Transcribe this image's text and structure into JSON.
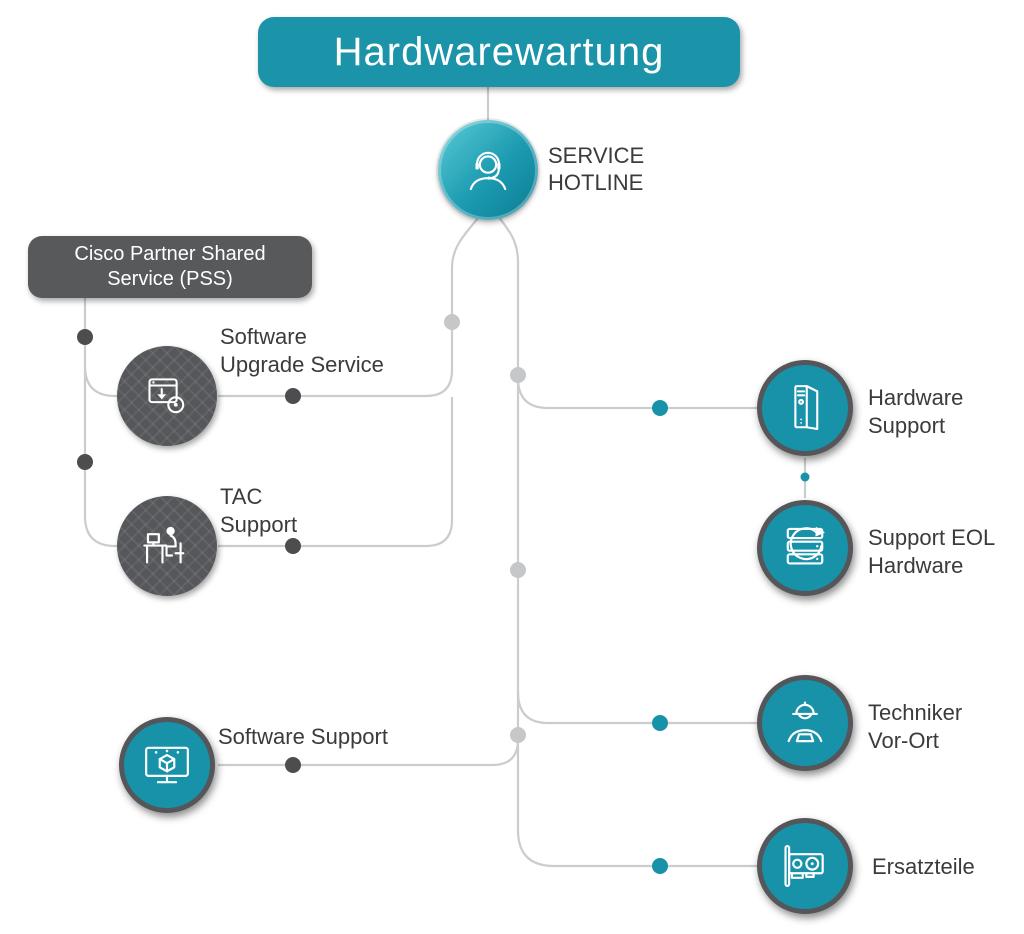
{
  "title": {
    "label": "Hardwarewartung"
  },
  "hotline": {
    "label_line1": "SERVICE",
    "label_line2": "HOTLINE",
    "icon": "headset-agent-icon"
  },
  "pss_box": {
    "line1": "Cisco Partner Shared",
    "line2": "Service (PSS)"
  },
  "left_nodes": [
    {
      "id": "software-upgrade-service",
      "label_line1": "Software",
      "label_line2": "Upgrade Service",
      "icon": "software-upgrade-icon",
      "style": "dark"
    },
    {
      "id": "tac-support",
      "label_line1": "TAC",
      "label_line2": "Support",
      "icon": "tac-support-icon",
      "style": "dark"
    },
    {
      "id": "software-support",
      "label_line1": "Software Support",
      "label_line2": "",
      "icon": "software-support-monitor-icon",
      "style": "teal"
    }
  ],
  "right_nodes": [
    {
      "id": "hardware-support",
      "label_line1": "Hardware",
      "label_line2": "Support",
      "icon": "pc-tower-icon",
      "style": "teal"
    },
    {
      "id": "support-eol-hardware",
      "label_line1": "Support EOL",
      "label_line2": "Hardware",
      "icon": "eol-server-refresh-icon",
      "style": "teal"
    },
    {
      "id": "techniker-vor-ort",
      "label_line1": "Techniker",
      "label_line2": "Vor-Ort",
      "icon": "technician-hardhat-icon",
      "style": "teal"
    },
    {
      "id": "ersatzteile",
      "label_line1": "Ersatzteile",
      "label_line2": "",
      "icon": "graphics-card-icon",
      "style": "teal"
    }
  ],
  "colors": {
    "teal": "#1792a8",
    "banner_teal": "#1b93a9",
    "dark_gray": "#58595b",
    "line_gray": "#cbcccd",
    "dot_dark": "#4c4d4f",
    "dot_light": "#c6c7c8",
    "text_dark": "#3b3b3c"
  }
}
